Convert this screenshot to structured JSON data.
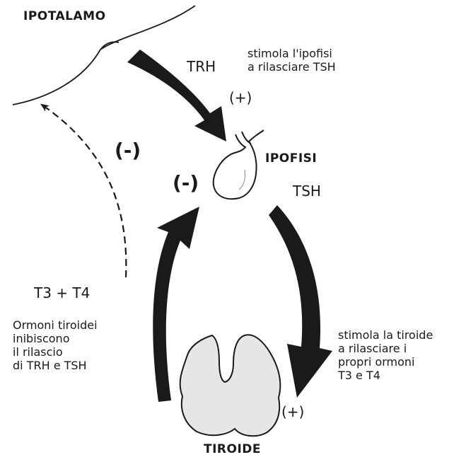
{
  "labels": {
    "hypothalamus": "IPOTALAMO",
    "pituitary": "IPOFISI",
    "thyroid": "TIROIDE",
    "trh": "TRH",
    "tsh": "TSH",
    "t3_t4": "T3  +  T4"
  },
  "notes": {
    "trh_effect": "stimola l'ipofisi\na rilasciare TSH",
    "tsh_effect": "stimola la tiroide\na rilasciare i\npropri ormoni\nT3 e T4",
    "feedback": "Ormoni tiroidei\ninibiscono\nil rilascio\ndi TRH e TSH"
  },
  "signs": {
    "trh_plus": "(+)",
    "tsh_plus": "(+)",
    "inhibit_hypothalamus": "(-)",
    "inhibit_pituitary": "(-)"
  },
  "colors": {
    "ink": "#1a1a1a",
    "thyroid_fill": "#e6e6e6"
  }
}
